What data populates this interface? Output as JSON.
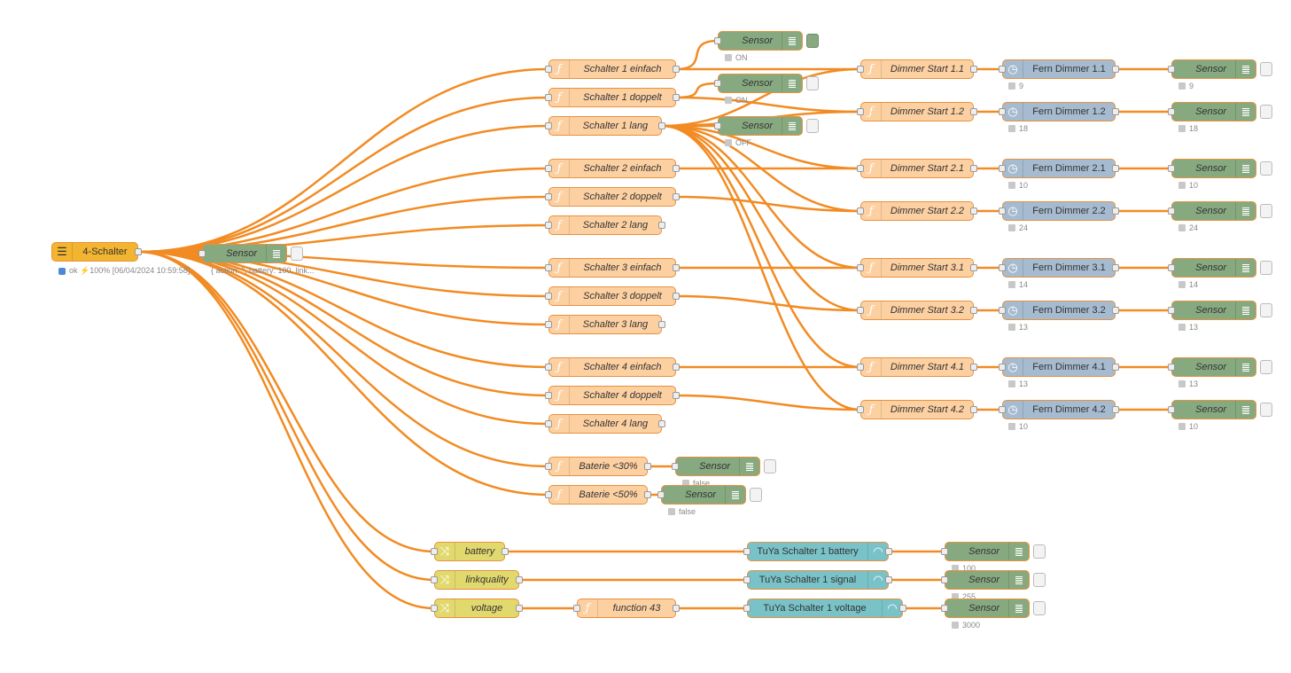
{
  "colors": {
    "wire": "#f28b23"
  },
  "source": {
    "label": "4-Schalter",
    "status": "ok ⚡100% [06/04/2024 10:59:58]"
  },
  "source_debug": {
    "label": "Sensor",
    "status": "{ action: '', battery: 100, link..."
  },
  "functions": [
    "Schalter 1 einfach",
    "Schalter 1 doppelt",
    "Schalter 1 lang",
    "Schalter 2 einfach",
    "Schalter 2 doppelt",
    "Schalter 2 lang",
    "Schalter 3 einfach",
    "Schalter 3 doppelt",
    "Schalter 3 lang",
    "Schalter 4 einfach",
    "Schalter 4 doppelt",
    "Schalter 4 lang"
  ],
  "switch_sensors": [
    {
      "label": "Sensor",
      "status": "ON"
    },
    {
      "label": "Sensor",
      "status": "ON"
    },
    {
      "label": "Sensor",
      "status": "OFF"
    }
  ],
  "dimmer_starts": [
    "Dimmer Start 1.1",
    "Dimmer Start 1.2",
    "Dimmer Start 2.1",
    "Dimmer Start 2.2",
    "Dimmer Start 3.1",
    "Dimmer Start 3.2",
    "Dimmer Start 4.1",
    "Dimmer Start 4.2"
  ],
  "dimmers": [
    {
      "label": "Fern Dimmer 1.1",
      "status": "9"
    },
    {
      "label": "Fern Dimmer 1.2",
      "status": "18"
    },
    {
      "label": "Fern Dimmer 2.1",
      "status": "10"
    },
    {
      "label": "Fern Dimmer 2.2",
      "status": "24"
    },
    {
      "label": "Fern Dimmer 3.1",
      "status": "14"
    },
    {
      "label": "Fern Dimmer 3.2",
      "status": "13"
    },
    {
      "label": "Fern Dimmer 4.1",
      "status": "13"
    },
    {
      "label": "Fern Dimmer 4.2",
      "status": "10"
    }
  ],
  "dimmer_sensors": [
    {
      "label": "Sensor",
      "status": "9"
    },
    {
      "label": "Sensor",
      "status": "18"
    },
    {
      "label": "Sensor",
      "status": "10"
    },
    {
      "label": "Sensor",
      "status": "24"
    },
    {
      "label": "Sensor",
      "status": "14"
    },
    {
      "label": "Sensor",
      "status": "13"
    },
    {
      "label": "Sensor",
      "status": "13"
    },
    {
      "label": "Sensor",
      "status": "10"
    }
  ],
  "battery_funcs": [
    "Baterie <30%",
    "Baterie <50%"
  ],
  "battery_sensors": [
    {
      "label": "Sensor",
      "status": "false"
    },
    {
      "label": "Sensor",
      "status": "false"
    }
  ],
  "changes": [
    "battery",
    "linkquality",
    "voltage"
  ],
  "function43": "function 43",
  "gauges": [
    "TuYa Schalter 1 battery",
    "TuYa Schalter 1 signal",
    "TuYa Schalter 1 voltage"
  ],
  "gauge_sensors": [
    {
      "label": "Sensor",
      "status": "100"
    },
    {
      "label": "Sensor",
      "status": "255"
    },
    {
      "label": "Sensor",
      "status": "3000"
    }
  ]
}
